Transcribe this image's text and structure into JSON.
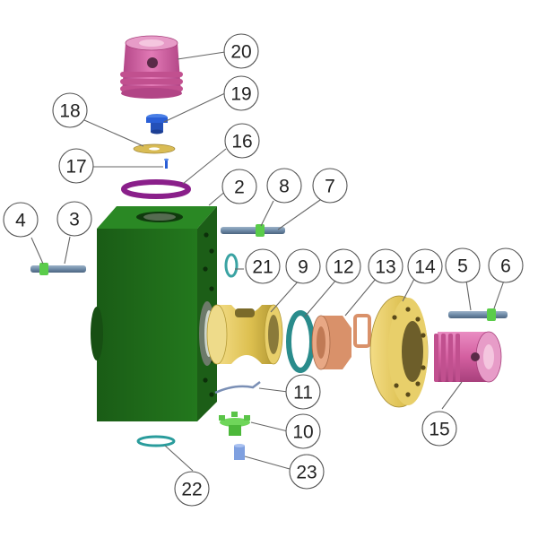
{
  "callouts": [
    {
      "id": "2",
      "label": "2"
    },
    {
      "id": "3",
      "label": "3"
    },
    {
      "id": "4",
      "label": "4"
    },
    {
      "id": "5",
      "label": "5"
    },
    {
      "id": "6",
      "label": "6"
    },
    {
      "id": "7",
      "label": "7"
    },
    {
      "id": "8",
      "label": "8"
    },
    {
      "id": "9",
      "label": "9"
    },
    {
      "id": "10",
      "label": "10"
    },
    {
      "id": "11",
      "label": "11"
    },
    {
      "id": "12",
      "label": "12"
    },
    {
      "id": "13",
      "label": "13"
    },
    {
      "id": "14",
      "label": "14"
    },
    {
      "id": "15",
      "label": "15"
    },
    {
      "id": "16",
      "label": "16"
    },
    {
      "id": "17",
      "label": "17"
    },
    {
      "id": "18",
      "label": "18"
    },
    {
      "id": "19",
      "label": "19"
    },
    {
      "id": "20",
      "label": "20"
    },
    {
      "id": "21",
      "label": "21"
    },
    {
      "id": "22",
      "label": "22"
    },
    {
      "id": "23",
      "label": "23"
    }
  ],
  "colors": {
    "body": "#1f6b1a",
    "pink": "#d96aa8",
    "gold": "#e2c65a",
    "teal": "#2a8c8c",
    "copper": "#d9916a",
    "purple": "#8a1f8a",
    "blue": "#2a5fd6",
    "green_part": "#6fd65a",
    "steel": "#6f8ba8"
  }
}
